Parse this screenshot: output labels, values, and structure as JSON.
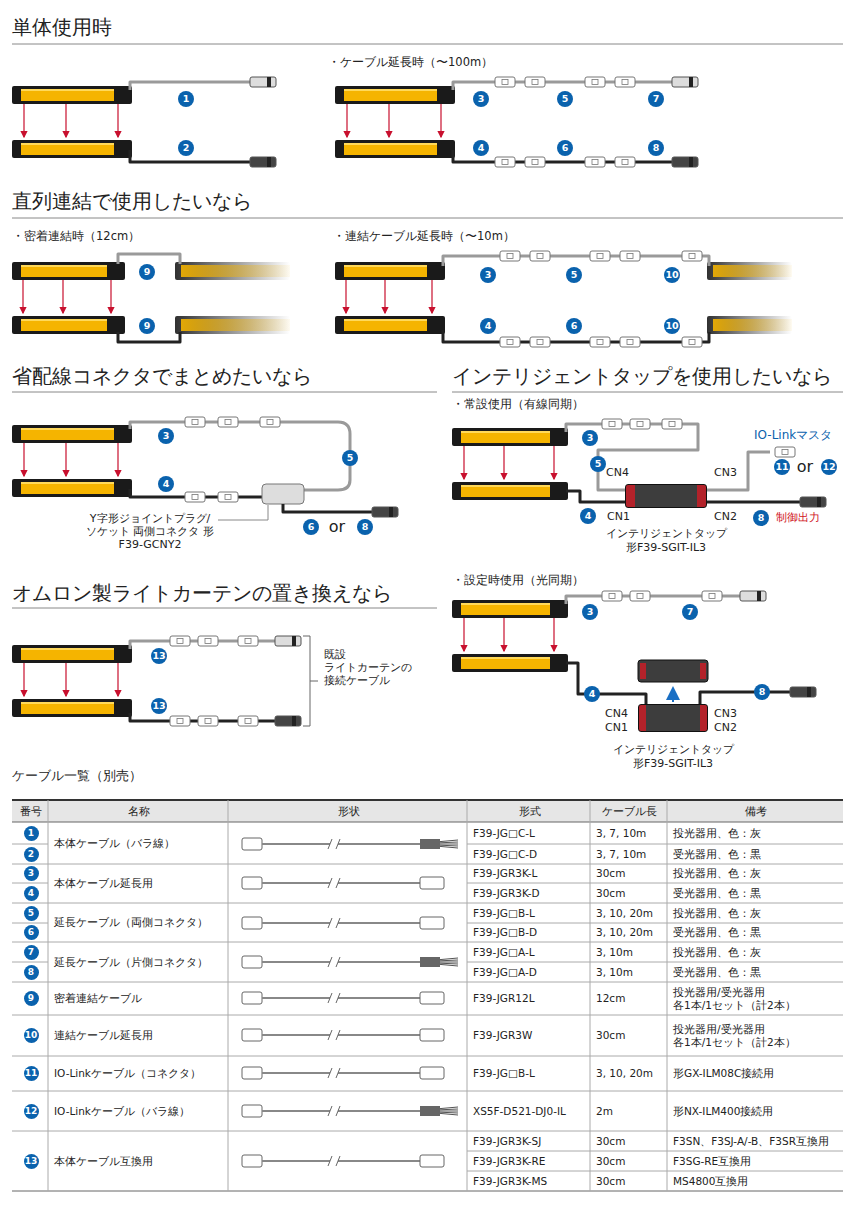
{
  "diagram": {
    "nodes": [
      {
        "text": [
          "インテリジェントタップ 形F39-SGIT-IL3"
        ]
      },
      {
        "text": [
          "インテリジェントタップ 形F39-SGIT-IL3"
        ]
      }
    ],
    "labels": [
      "単体使用時",
      "1",
      "2",
      "・ケーブル延長時（〜100m）",
      "3",
      "5",
      "7",
      "4",
      "6",
      "8",
      "直列連結で使用したいなら",
      "・密着連結時（12cm）",
      "9",
      "9",
      "・連結ケーブル延長時（〜10m）",
      "3",
      "5",
      "10",
      "4",
      "6",
      "10",
      "省配線コネクタでまとめたいなら",
      "3",
      "5",
      "4",
      "Y字形ジョイントプラグ/ソケット 両側コネクタ 形F39-GCNY2",
      "6",
      "or",
      "8",
      "インテリジェントタップを使用したいなら",
      "・常設使用（有線同期）",
      "3",
      "5",
      "CN4",
      "CN3",
      "IO-Linkマスタ",
      "11",
      "or",
      "12",
      "4",
      "CN1",
      "CN2",
      "8",
      "制御出力",
      "・設定時使用（光同期）",
      "3",
      "7",
      "4",
      "8",
      "CN4",
      "CN3",
      "CN1",
      "CN2",
      "オムロン製ライトカーテンの置き換えなら",
      "13",
      "13",
      "既設 ライトカーテンの 接続ケーブル",
      "ケーブル一覧（別売）",
      "番号",
      "名称",
      "形状",
      "形式",
      "ケーブル長",
      "備考",
      "1",
      "本体ケーブル（バラ線）",
      "F39-JG□C-L",
      "3, 7, 10m",
      "投光器用、色：灰",
      "2",
      "F39-JG□C-D",
      "3, 7, 10m",
      "受光器用、色：黒",
      "3",
      "本体ケーブル延長用",
      "F39-JGR3K-L",
      "30cm",
      "投光器用、色：灰",
      "4",
      "F39-JGR3K-D",
      "30cm",
      "受光器用、色：黒",
      "5",
      "延長ケーブル（両側コネクタ）",
      "F39-JG□B-L",
      "3, 10, 20m",
      "投光器用、色：灰",
      "6",
      "F39-JG□B-D",
      "3, 10, 20m",
      "受光器用、色：黒",
      "7",
      "延長ケーブル（片側コネクタ）",
      "F39-JG□A-L",
      "3, 10m",
      "投光器用、色：灰",
      "8",
      "F39-JG□A-D",
      "3, 10m",
      "受光器用、色：黒",
      "9",
      "密着連結ケーブル",
      "F39-JGR12L",
      "12cm",
      "投光器用/受光器用 各1本/1セット（計2本）",
      "10",
      "連結ケーブル延長用",
      "F39-JGR3W",
      "30cm",
      "投光器用/受光器用 各1本/1セット（計2本）",
      "11",
      "IO-Linkケーブル（コネクタ）",
      "F39-JG□B-L",
      "3, 10, 20m",
      "形GX-ILM08C接続用",
      "12",
      "IO-Linkケーブル（バラ線）",
      "XS5F-D521-DJ0-IL",
      "2m",
      "形NX-ILM400接続用",
      "13",
      "本体ケーブル互換用",
      "F39-JGR3K-SJ",
      "30cm",
      "F3SN、F3SJ-A/-B、F3SR互換用",
      "F39-JGR3K-RE",
      "30cm",
      "F3SG-RE互換用",
      "F39-JGR3K-MS",
      "30cm",
      "MS4800互換用"
    ]
  }
}
